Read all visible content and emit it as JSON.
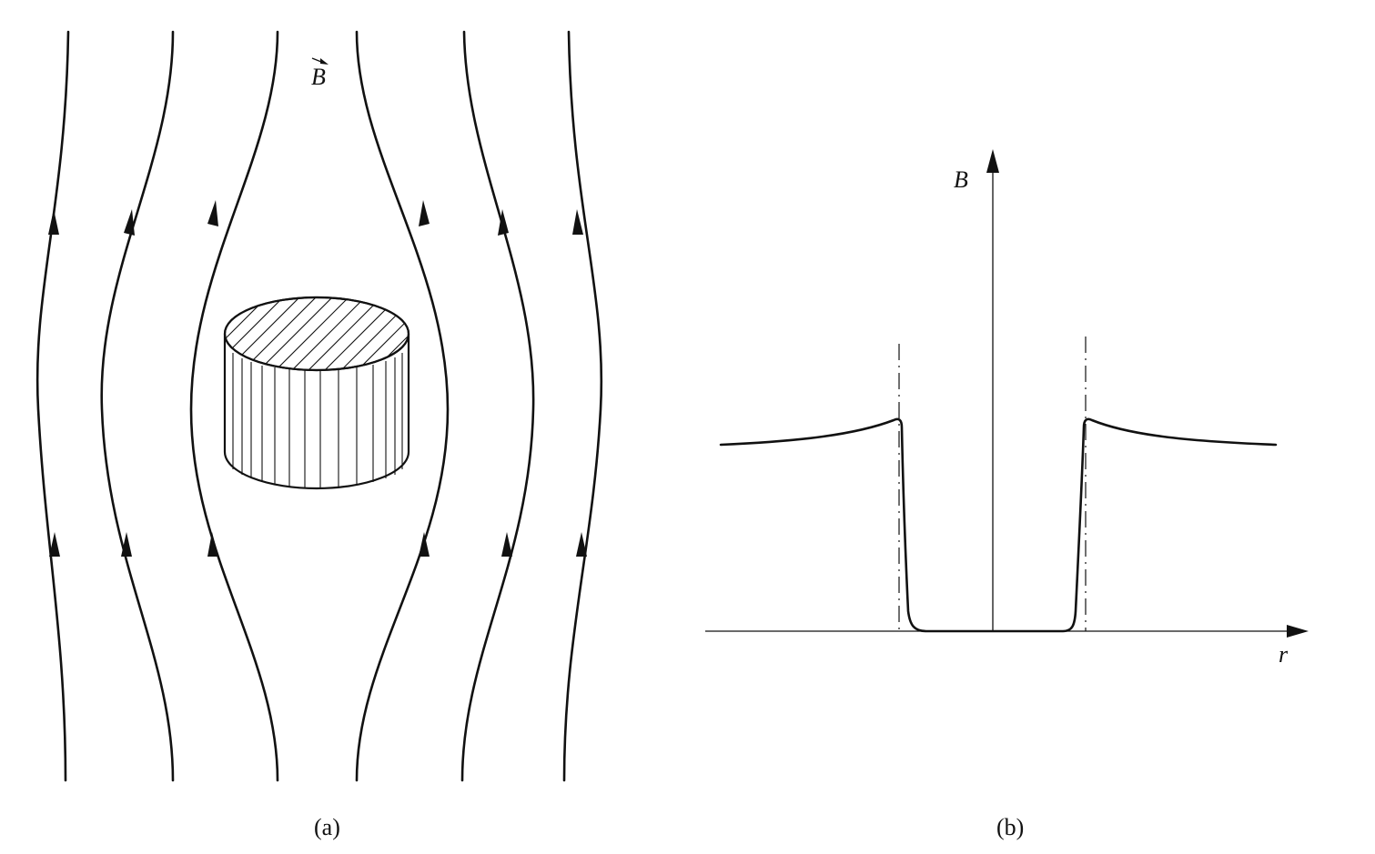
{
  "panel_a": {
    "field_label": "B",
    "caption": "(a)"
  },
  "panel_b": {
    "y_axis_label": "B",
    "x_axis_label": "r",
    "caption": "(b)"
  }
}
